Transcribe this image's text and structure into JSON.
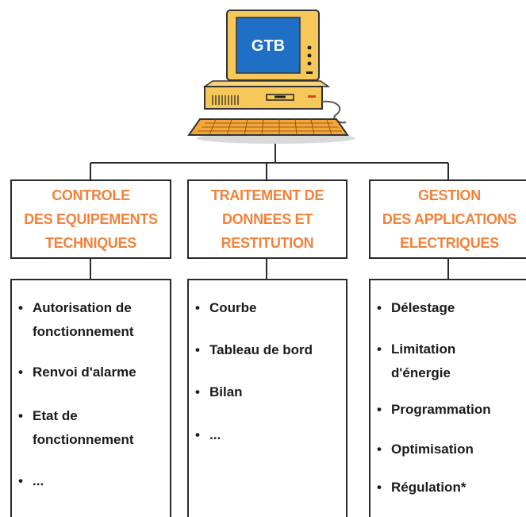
{
  "computer": {
    "screen_label": "GTB"
  },
  "categories": [
    {
      "title_lines": [
        "CONTROLE",
        "DES EQUIPEMENTS",
        "TECHNIQUES"
      ],
      "items": [
        "Autorisation de\nfonctionnement",
        "Renvoi d'alarme",
        "Etat de\nfonctionnement",
        "..."
      ]
    },
    {
      "title_lines": [
        "TRAITEMENT DE",
        "DONNEES ET",
        "RESTITUTION"
      ],
      "items": [
        "Courbe",
        "Tableau de bord",
        "Bilan",
        "..."
      ]
    },
    {
      "title_lines": [
        "GESTION",
        "DES APPLICATIONS",
        "ELECTRIQUES"
      ],
      "items": [
        "Délestage",
        "Limitation\nd'énergie",
        "Programmation",
        "Optimisation",
        "Régulation*"
      ]
    }
  ],
  "colors": {
    "header_text": "#f2813a",
    "computer_case": "#f6c85a",
    "screen": "#1f6fc7",
    "keyboard": "#f5a638",
    "lines": "#2a2a2a"
  }
}
